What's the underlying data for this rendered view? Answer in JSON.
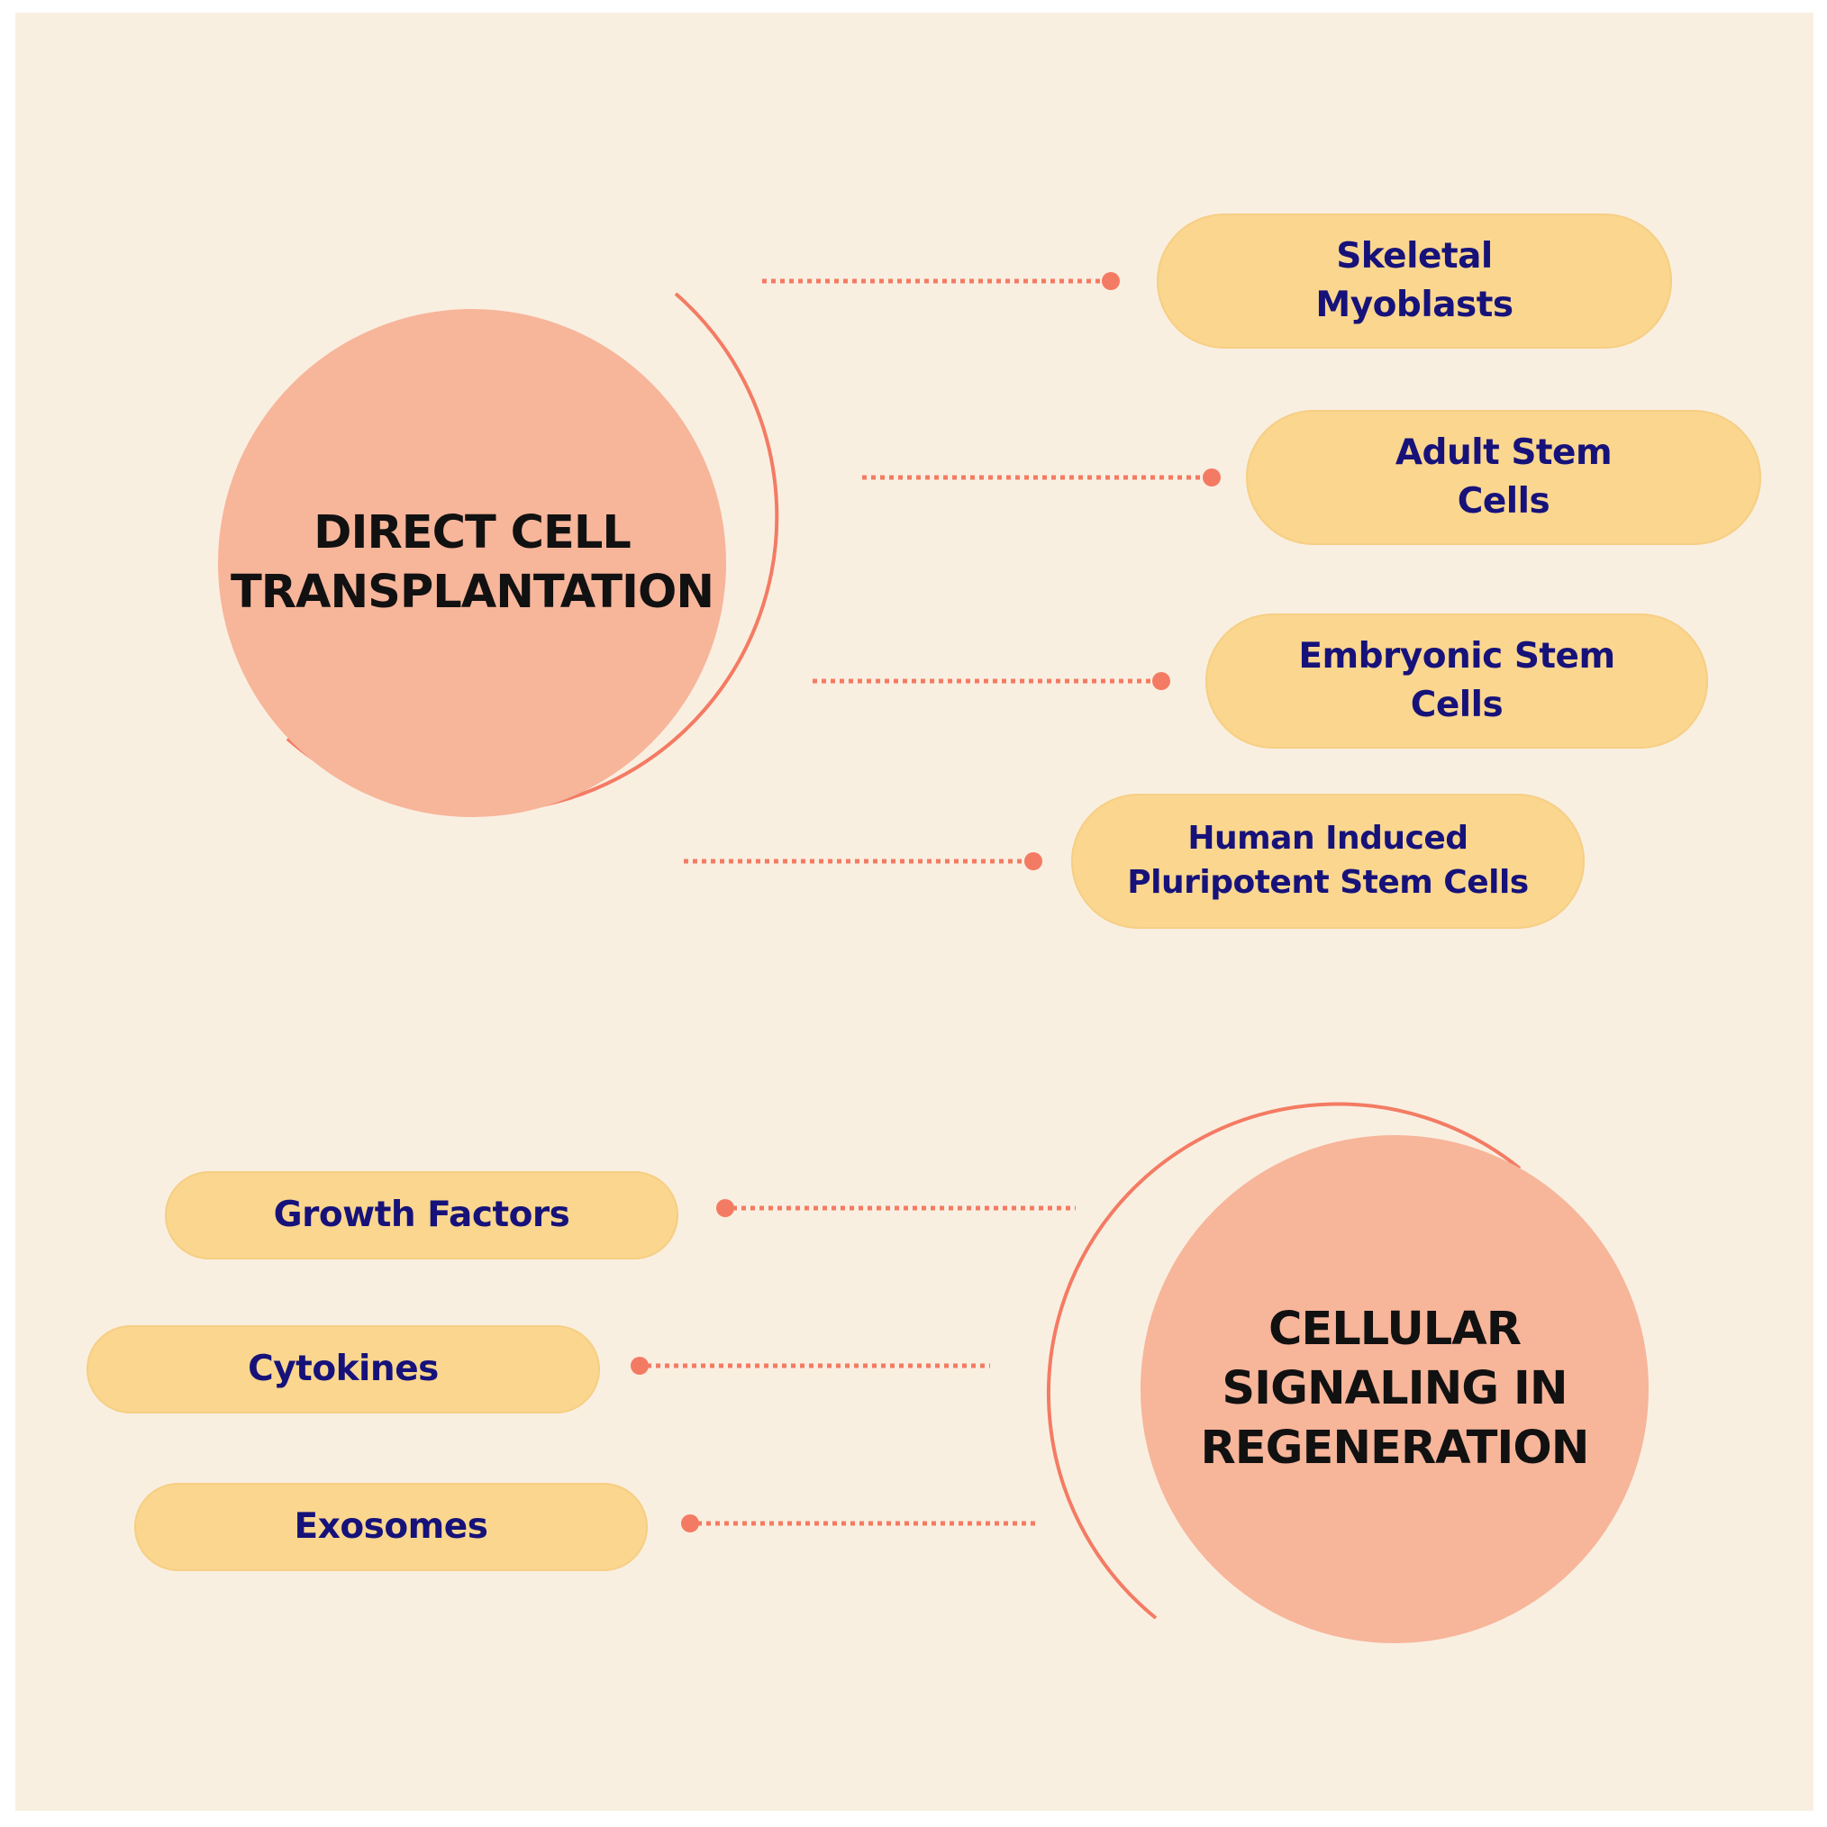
{
  "hubs": {
    "top": {
      "line1": "DIRECT CELL",
      "line2": "TRANSPLANTATION"
    },
    "bottom": {
      "line1": "CELLULAR",
      "line2": "SIGNALING IN",
      "line3": "REGENERATION"
    }
  },
  "top_items": [
    {
      "line1": "Skeletal",
      "line2": "Myoblasts"
    },
    {
      "line1": "Adult Stem",
      "line2": "Cells"
    },
    {
      "line1": "Embryonic Stem",
      "line2": "Cells"
    },
    {
      "line1": "Human Induced",
      "line2": "Pluripotent Stem Cells"
    }
  ],
  "bottom_items": [
    {
      "label": "Growth Factors"
    },
    {
      "label": "Cytokines"
    },
    {
      "label": "Exosomes"
    }
  ],
  "colors": {
    "background": "#f9efe1",
    "hub_fill": "#f7b59a",
    "accent": "#f47b63",
    "pill_fill": "#fad68f",
    "pill_text": "#16127a",
    "hub_text": "#111111"
  }
}
